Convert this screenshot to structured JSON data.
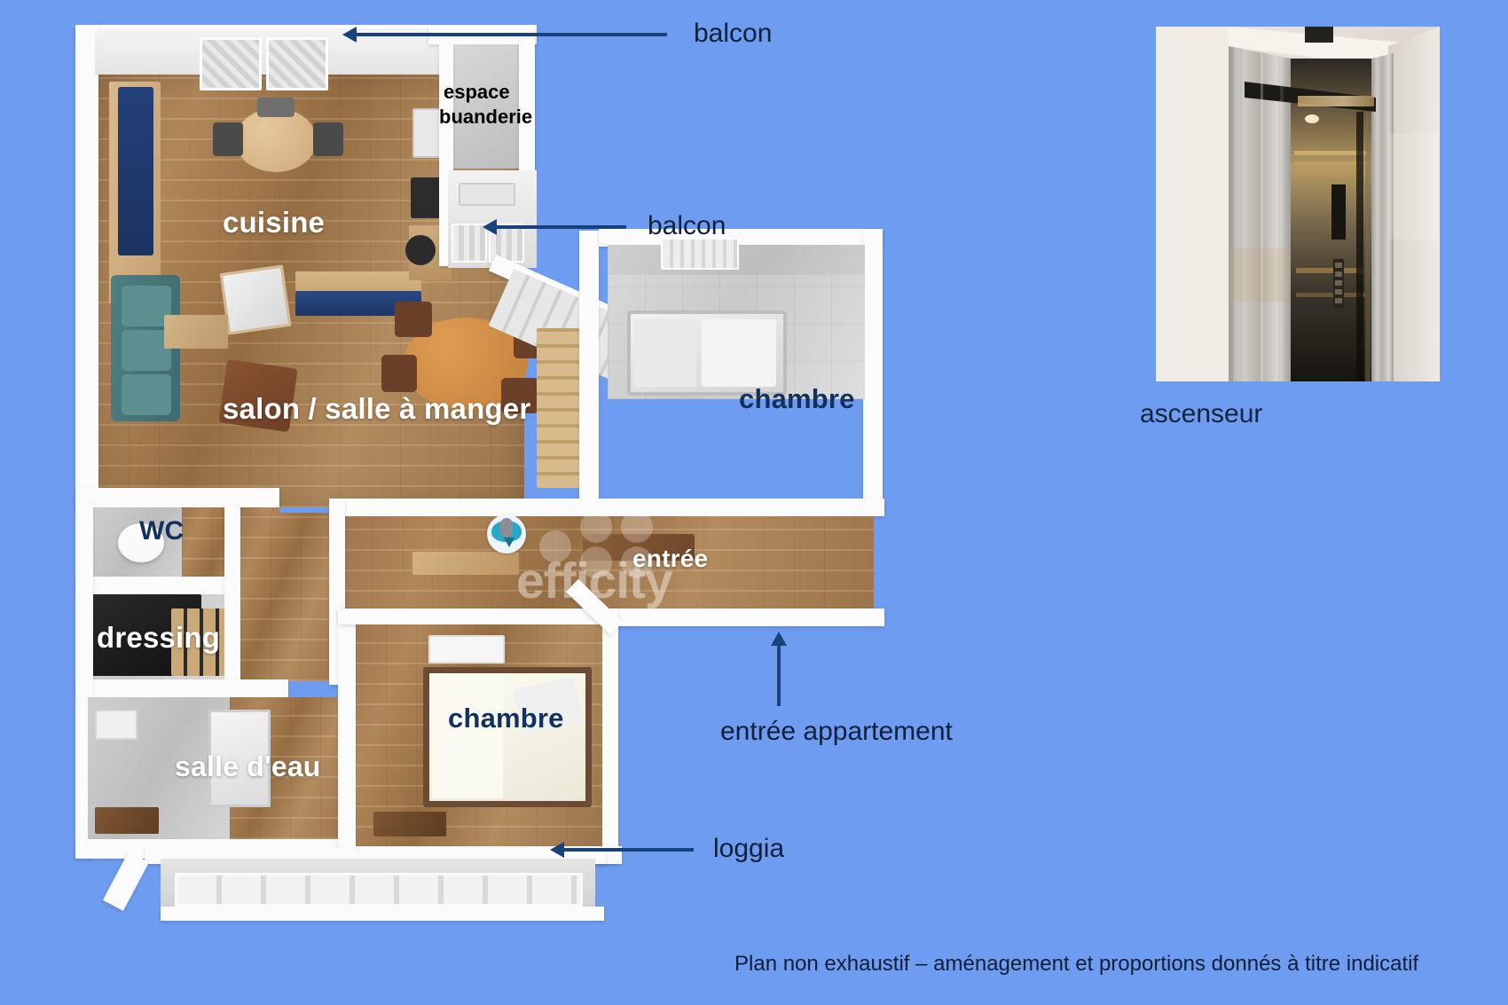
{
  "background_color": "#6d9cf0",
  "accent_color": "#17427a",
  "label_color_light": "#ffffff",
  "label_color_dark": "#12325e",
  "rooms": [
    {
      "id": "cuisine",
      "label": "cuisine"
    },
    {
      "id": "salon",
      "label": "salon / salle à manger"
    },
    {
      "id": "wc",
      "label": "WC"
    },
    {
      "id": "dressing",
      "label": "dressing"
    },
    {
      "id": "salle-eau",
      "label": "salle d'eau"
    },
    {
      "id": "chambre-1",
      "label": "chambre"
    },
    {
      "id": "chambre-2",
      "label": "chambre"
    },
    {
      "id": "entree",
      "label": "entrée"
    }
  ],
  "callouts": [
    {
      "id": "balcon-top",
      "label": "balcon"
    },
    {
      "id": "balcon-mid",
      "label": "balcon"
    },
    {
      "id": "buanderie",
      "label": "espace\nbuanderie",
      "line1": "espace",
      "line2": "buanderie"
    },
    {
      "id": "entree-appart",
      "label": "entrée appartement"
    },
    {
      "id": "loggia",
      "label": "loggia"
    }
  ],
  "photo": {
    "caption": "ascenseur",
    "alt": "photo ascenseur"
  },
  "watermark": {
    "text": "efficity",
    "pin_icon": "map-pin-icon"
  },
  "disclaimer": "Plan non exhaustif – aménagement et proportions donnés à titre indicatif"
}
